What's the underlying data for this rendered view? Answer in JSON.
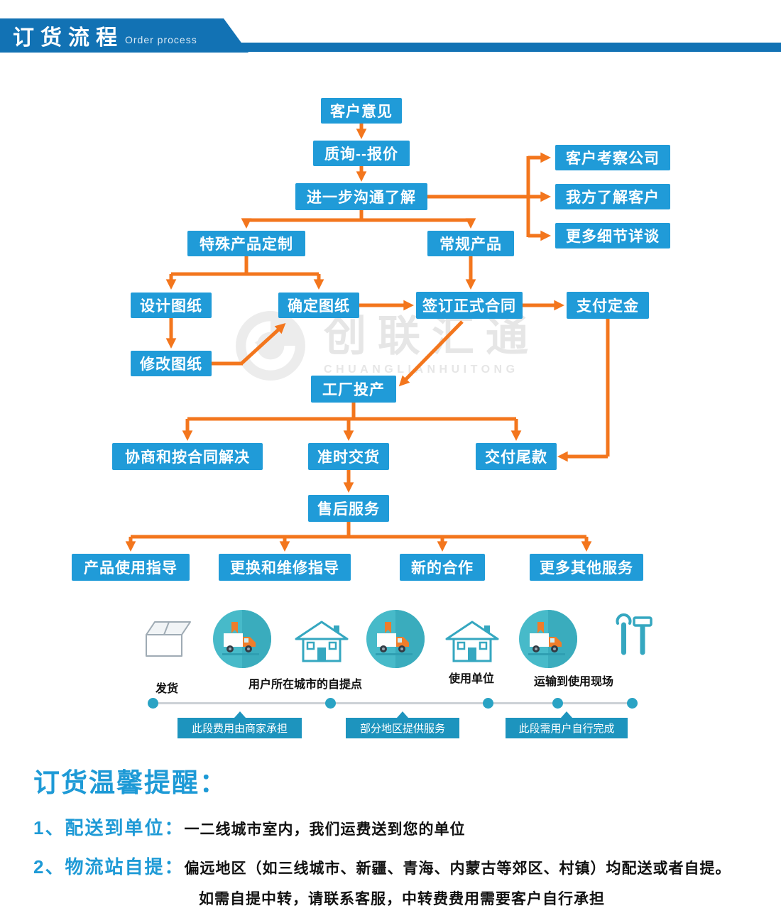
{
  "header": {
    "title": "订货流程",
    "subtitle": "Order process"
  },
  "flow": {
    "nodes": {
      "customer_opinion": "客户意见",
      "inquiry_quote": "质询--报价",
      "further_communication": "进一步沟通了解",
      "customer_inspect": "客户考察公司",
      "know_customer": "我方了解客户",
      "more_details": "更多细节详谈",
      "special_custom": "特殊产品定制",
      "regular_product": "常规产品",
      "design_drawing": "设计图纸",
      "confirm_drawing": "确定图纸",
      "sign_contract": "签订正式合同",
      "pay_deposit": "支付定金",
      "modify_drawing": "修改图纸",
      "factory_production": "工厂投产",
      "negotiate_solution": "协商和按合同解决",
      "ontime_delivery": "准时交货",
      "pay_balance": "交付尾款",
      "aftersales_service": "售后服务",
      "usage_guide": "产品使用指导",
      "repair_guide": "更换和维修指导",
      "new_cooperation": "新的合作",
      "more_services": "更多其他服务"
    }
  },
  "watermark": {
    "cn": "创联汇通",
    "en": "CHUANGLIANHUITONG"
  },
  "shipping": {
    "labels": {
      "ship": "发货",
      "pickup_point": "用户所在城市的自提点",
      "use_unit": "使用单位",
      "to_site": "运输到使用现场"
    },
    "icons": [
      "package-icon",
      "truck-icon",
      "house-icon",
      "truck-icon",
      "house-icon",
      "truck-icon",
      "tools-icon"
    ],
    "tags": [
      "此段费用由商家承担",
      "部分地区提供服务",
      "此段需用户自行完成"
    ]
  },
  "reminder": {
    "title": "订货温馨提醒：",
    "items": [
      {
        "num": "1、",
        "label": "配送到单位：",
        "text": "一二线城市室内，我们运费送到您的单位"
      },
      {
        "num": "2、",
        "label": "物流站自提：",
        "text": "偏远地区（如三线城市、新疆、青海、内蒙古等郊区、村镇）均配送或者自提。"
      }
    ],
    "note": "如需自提中转，请联系客服，中转费费用需要客户自行承担"
  },
  "colors": {
    "banner_blue": "#1272b4",
    "node_blue": "#209bd8",
    "arrow_orange": "#f3761d",
    "circle_teal": "#47bac9",
    "tag_blue": "#1d94be",
    "reminder_blue": "#1e9ad6"
  }
}
